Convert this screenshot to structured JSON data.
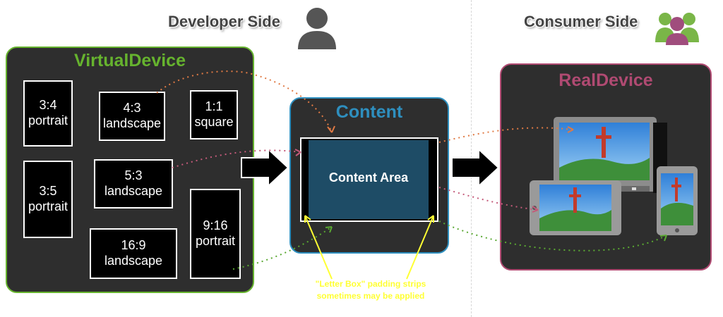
{
  "labels": {
    "developer_side": "Developer Side",
    "consumer_side": "Consumer Side"
  },
  "virtual_device": {
    "title": "VirtualDevice",
    "boxes": [
      {
        "ratio": "3:4",
        "orientation": "portrait"
      },
      {
        "ratio": "4:3",
        "orientation": "landscape"
      },
      {
        "ratio": "1:1",
        "orientation": "square"
      },
      {
        "ratio": "3:5",
        "orientation": "portrait"
      },
      {
        "ratio": "5:3",
        "orientation": "landscape"
      },
      {
        "ratio": "9:16",
        "orientation": "portrait"
      },
      {
        "ratio": "16:9",
        "orientation": "landscape"
      }
    ]
  },
  "content": {
    "title": "Content",
    "area_label": "Content Area"
  },
  "caption": {
    "line1": "\"Letter Box\" padding strips",
    "line2": "sometimes may be applied"
  },
  "real_device": {
    "title": "RealDevice"
  },
  "colors": {
    "virtual": "#66b32e",
    "content": "#2e8fbf",
    "real": "#b04a72",
    "caption": "#ffff33"
  }
}
